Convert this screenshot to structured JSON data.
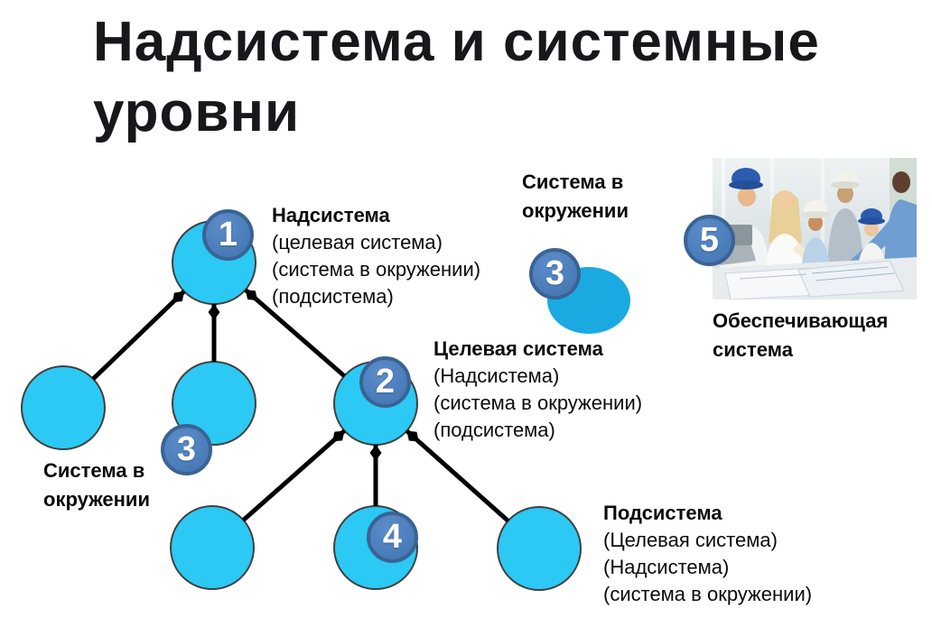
{
  "title": {
    "line1": "Надсистема и системные",
    "line2": "уровни"
  },
  "badges": {
    "b1": "1",
    "b2": "2",
    "b3_left": "3",
    "b3_float": "3",
    "b4": "4",
    "b5": "5"
  },
  "labels": {
    "nadsistema": {
      "title": "Надсистема",
      "lines": [
        "(целевая система)",
        "(система в окружении)",
        "(подсистема)"
      ]
    },
    "sistema_v_okruzhenii_top": {
      "line1": "Система в",
      "line2": "окружении"
    },
    "tselevaya_sistema": {
      "title": "Целевая система",
      "lines": [
        "(Надсистема)",
        "(система в окружении)",
        "(подсистема)"
      ]
    },
    "sistema_v_okruzhenii_left": {
      "line1": "Система в",
      "line2": "окружении"
    },
    "podsistema": {
      "title": "Подсистема",
      "lines": [
        "(Целевая система)",
        "(Надсистема)",
        "(система в окружении)"
      ]
    },
    "obespechivayushchaya_sistema": {
      "line1": "Обеспечивающая",
      "line2": "система"
    }
  },
  "photo": {
    "name": "engineers-discussing-blueprints-photo"
  },
  "colors": {
    "node_fill": "#2BC9F4",
    "node_stroke": "#404040",
    "env_ellipse_fill": "#1AA9E1",
    "badge_fill": "#4C7FBC",
    "badge_border": "#3A6394",
    "badge_text": "#FFFFFF",
    "connector": "#000000",
    "title_color": "#17171C",
    "background": "#FFFFFF"
  }
}
